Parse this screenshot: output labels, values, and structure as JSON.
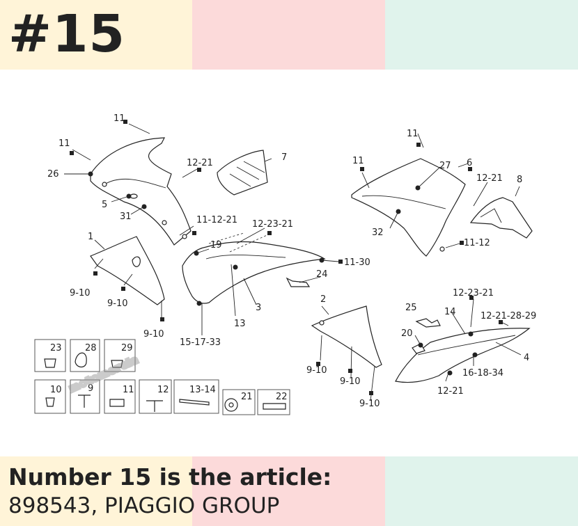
{
  "badge": "#15",
  "headline": "Number 15 is the article:",
  "subline": "898543, PIAGGIO GROUP",
  "watermark_logo_text": "motomercia",
  "colors": {
    "cream": "#fff4d8",
    "pink": "#fcdada",
    "mint": "#e0f3ec",
    "text": "#222222"
  },
  "callouts": {
    "c11a": "11",
    "c11b": "11",
    "c26": "26",
    "c5": "5",
    "c31": "31",
    "c12_21a": "12-21",
    "c7": "7",
    "c11_12_21": "11-12-21",
    "c12_23_21a": "12-23-21",
    "c1": "1",
    "c19": "19",
    "c11_30": "11-30",
    "c24": "24",
    "c9_10a": "9-10",
    "c9_10b": "9-10",
    "c9_10c": "9-10",
    "c3": "3",
    "c13": "13",
    "c15_17_33": "15-17-33",
    "c11c": "11",
    "c11d": "11",
    "c27": "27",
    "c6": "6",
    "c12_21b": "12-21",
    "c8": "8",
    "c32": "32",
    "c11_12": "11-12",
    "c2": "2",
    "c12_23_21b": "12-23-21",
    "c25": "25",
    "c14": "14",
    "c12_21_28_29": "12-21-28-29",
    "c20": "20",
    "c4": "4",
    "c16_18_34": "16-18-34",
    "c12_21c": "12-21",
    "c9_10d": "9-10",
    "c9_10e": "9-10",
    "c9_10f": "9-10"
  },
  "hardware_boxes": [
    "23",
    "28",
    "29",
    "10",
    "9",
    "11",
    "12",
    "13-14",
    "21",
    "22"
  ]
}
